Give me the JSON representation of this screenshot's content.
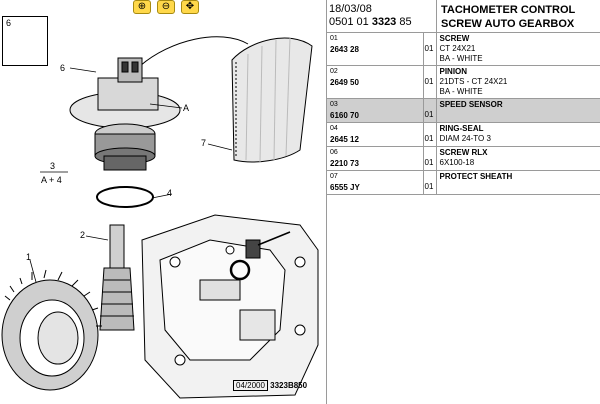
{
  "toolbar": {
    "zoom_in_icon": "magnifier-plus-icon",
    "zoom_out_icon": "magnifier-minus-icon",
    "move_icon": "pan-magnifier-icon"
  },
  "drawing": {
    "callouts": {
      "c6_box": "6",
      "c6": "6",
      "a": "A",
      "c7": "7",
      "c3": "3",
      "c3_formula": "A + 4",
      "c4": "4",
      "c2": "2",
      "c1": "1"
    },
    "drawing_date": "04/2000",
    "drawing_code": "3323B850"
  },
  "header": {
    "date": "18/03/08",
    "code_prefix": "0501 01",
    "code_bold": "3323",
    "code_suffix": "85",
    "title_line1": "TACHOMETER CONTROL",
    "title_line2": "SCREW AUTO GEARBOX"
  },
  "parts": [
    {
      "index": "01",
      "ref": "2643 28",
      "qty": "01",
      "name": "SCREW",
      "details": [
        "CT 24X21",
        "BA - WHITE"
      ],
      "selected": false
    },
    {
      "index": "02",
      "ref": "2649 50",
      "qty": "01",
      "name": "PINION",
      "details": [
        "21DTS - CT 24X21",
        "BA - WHITE"
      ],
      "selected": false
    },
    {
      "index": "03",
      "ref": "6160 70",
      "qty": "01",
      "name": "SPEED SENSOR",
      "details": [],
      "selected": true
    },
    {
      "index": "04",
      "ref": "2645 12",
      "qty": "01",
      "name": "RING-SEAL",
      "details": [
        "DIAM 24-TO 3"
      ],
      "selected": false
    },
    {
      "index": "06",
      "ref": "2210 73",
      "qty": "01",
      "name": "SCREW RLX",
      "details": [
        "6X100-18"
      ],
      "selected": false
    },
    {
      "index": "07",
      "ref": "6555 JY",
      "qty": "01",
      "name": "PROTECT SHEATH",
      "details": [],
      "selected": false
    }
  ]
}
